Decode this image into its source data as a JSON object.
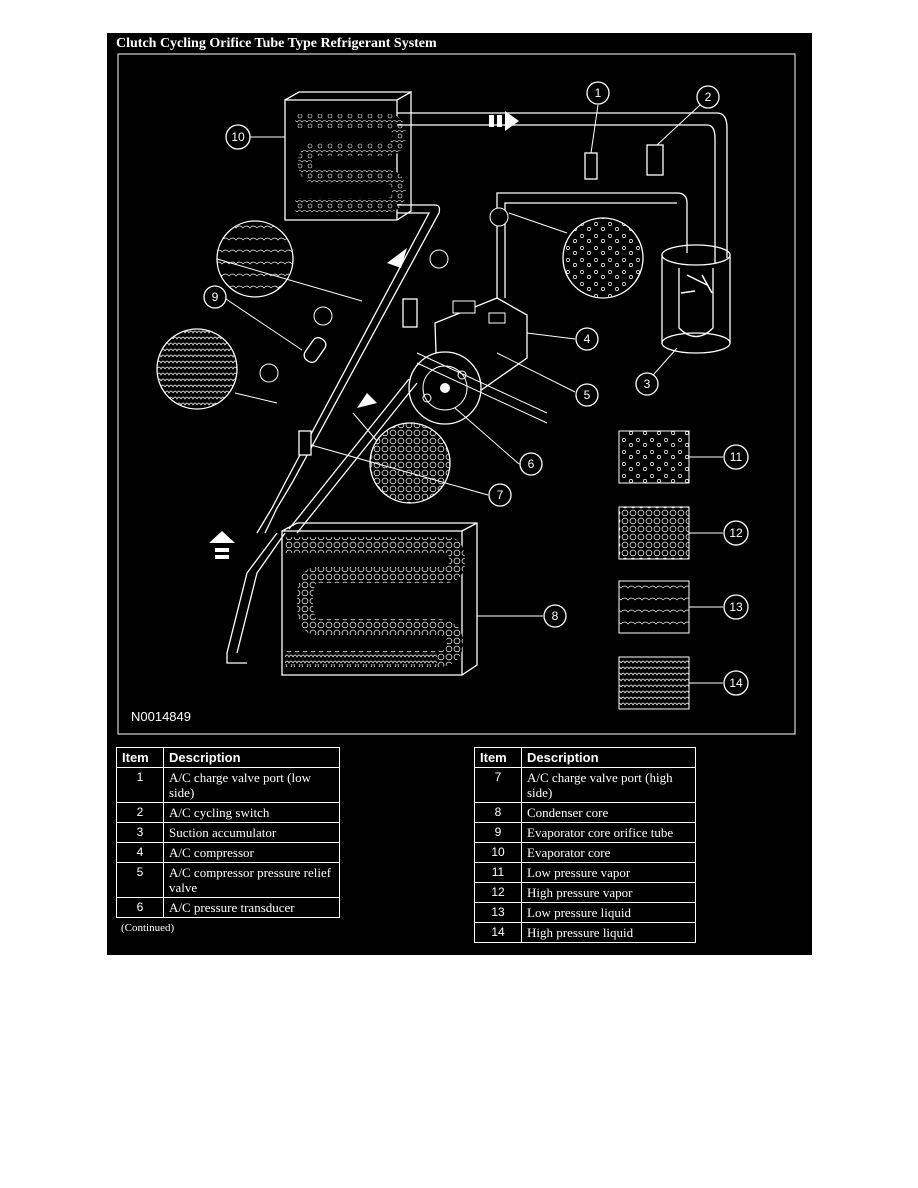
{
  "page": {
    "title": "Clutch Cycling Orifice Tube Type Refrigerant System",
    "figure_id": "N0014849",
    "continued": "(Continued)"
  },
  "callouts": [
    "1",
    "2",
    "3",
    "4",
    "5",
    "6",
    "7",
    "8",
    "9",
    "10",
    "11",
    "12",
    "13",
    "14"
  ],
  "legend_table": {
    "col_item": "Item",
    "col_desc": "Description",
    "left_rows": [
      {
        "item": "1",
        "desc": "A/C charge valve port (low side)"
      },
      {
        "item": "2",
        "desc": "A/C cycling switch"
      },
      {
        "item": "3",
        "desc": "Suction accumulator"
      },
      {
        "item": "4",
        "desc": "A/C compressor"
      },
      {
        "item": "5",
        "desc": "A/C compressor pressure relief valve"
      },
      {
        "item": "6",
        "desc": "A/C pressure transducer"
      }
    ],
    "right_rows": [
      {
        "item": "7",
        "desc": "A/C charge valve port (high side)"
      },
      {
        "item": "8",
        "desc": "Condenser core"
      },
      {
        "item": "9",
        "desc": "Evaporator core orifice tube"
      },
      {
        "item": "10",
        "desc": "Evaporator core"
      },
      {
        "item": "11",
        "desc": "Low pressure vapor"
      },
      {
        "item": "12",
        "desc": "High pressure vapor"
      },
      {
        "item": "13",
        "desc": "Low pressure liquid"
      },
      {
        "item": "14",
        "desc": "High pressure liquid"
      }
    ]
  },
  "colors": {
    "panel": "#000000",
    "ink": "#ffffff"
  }
}
